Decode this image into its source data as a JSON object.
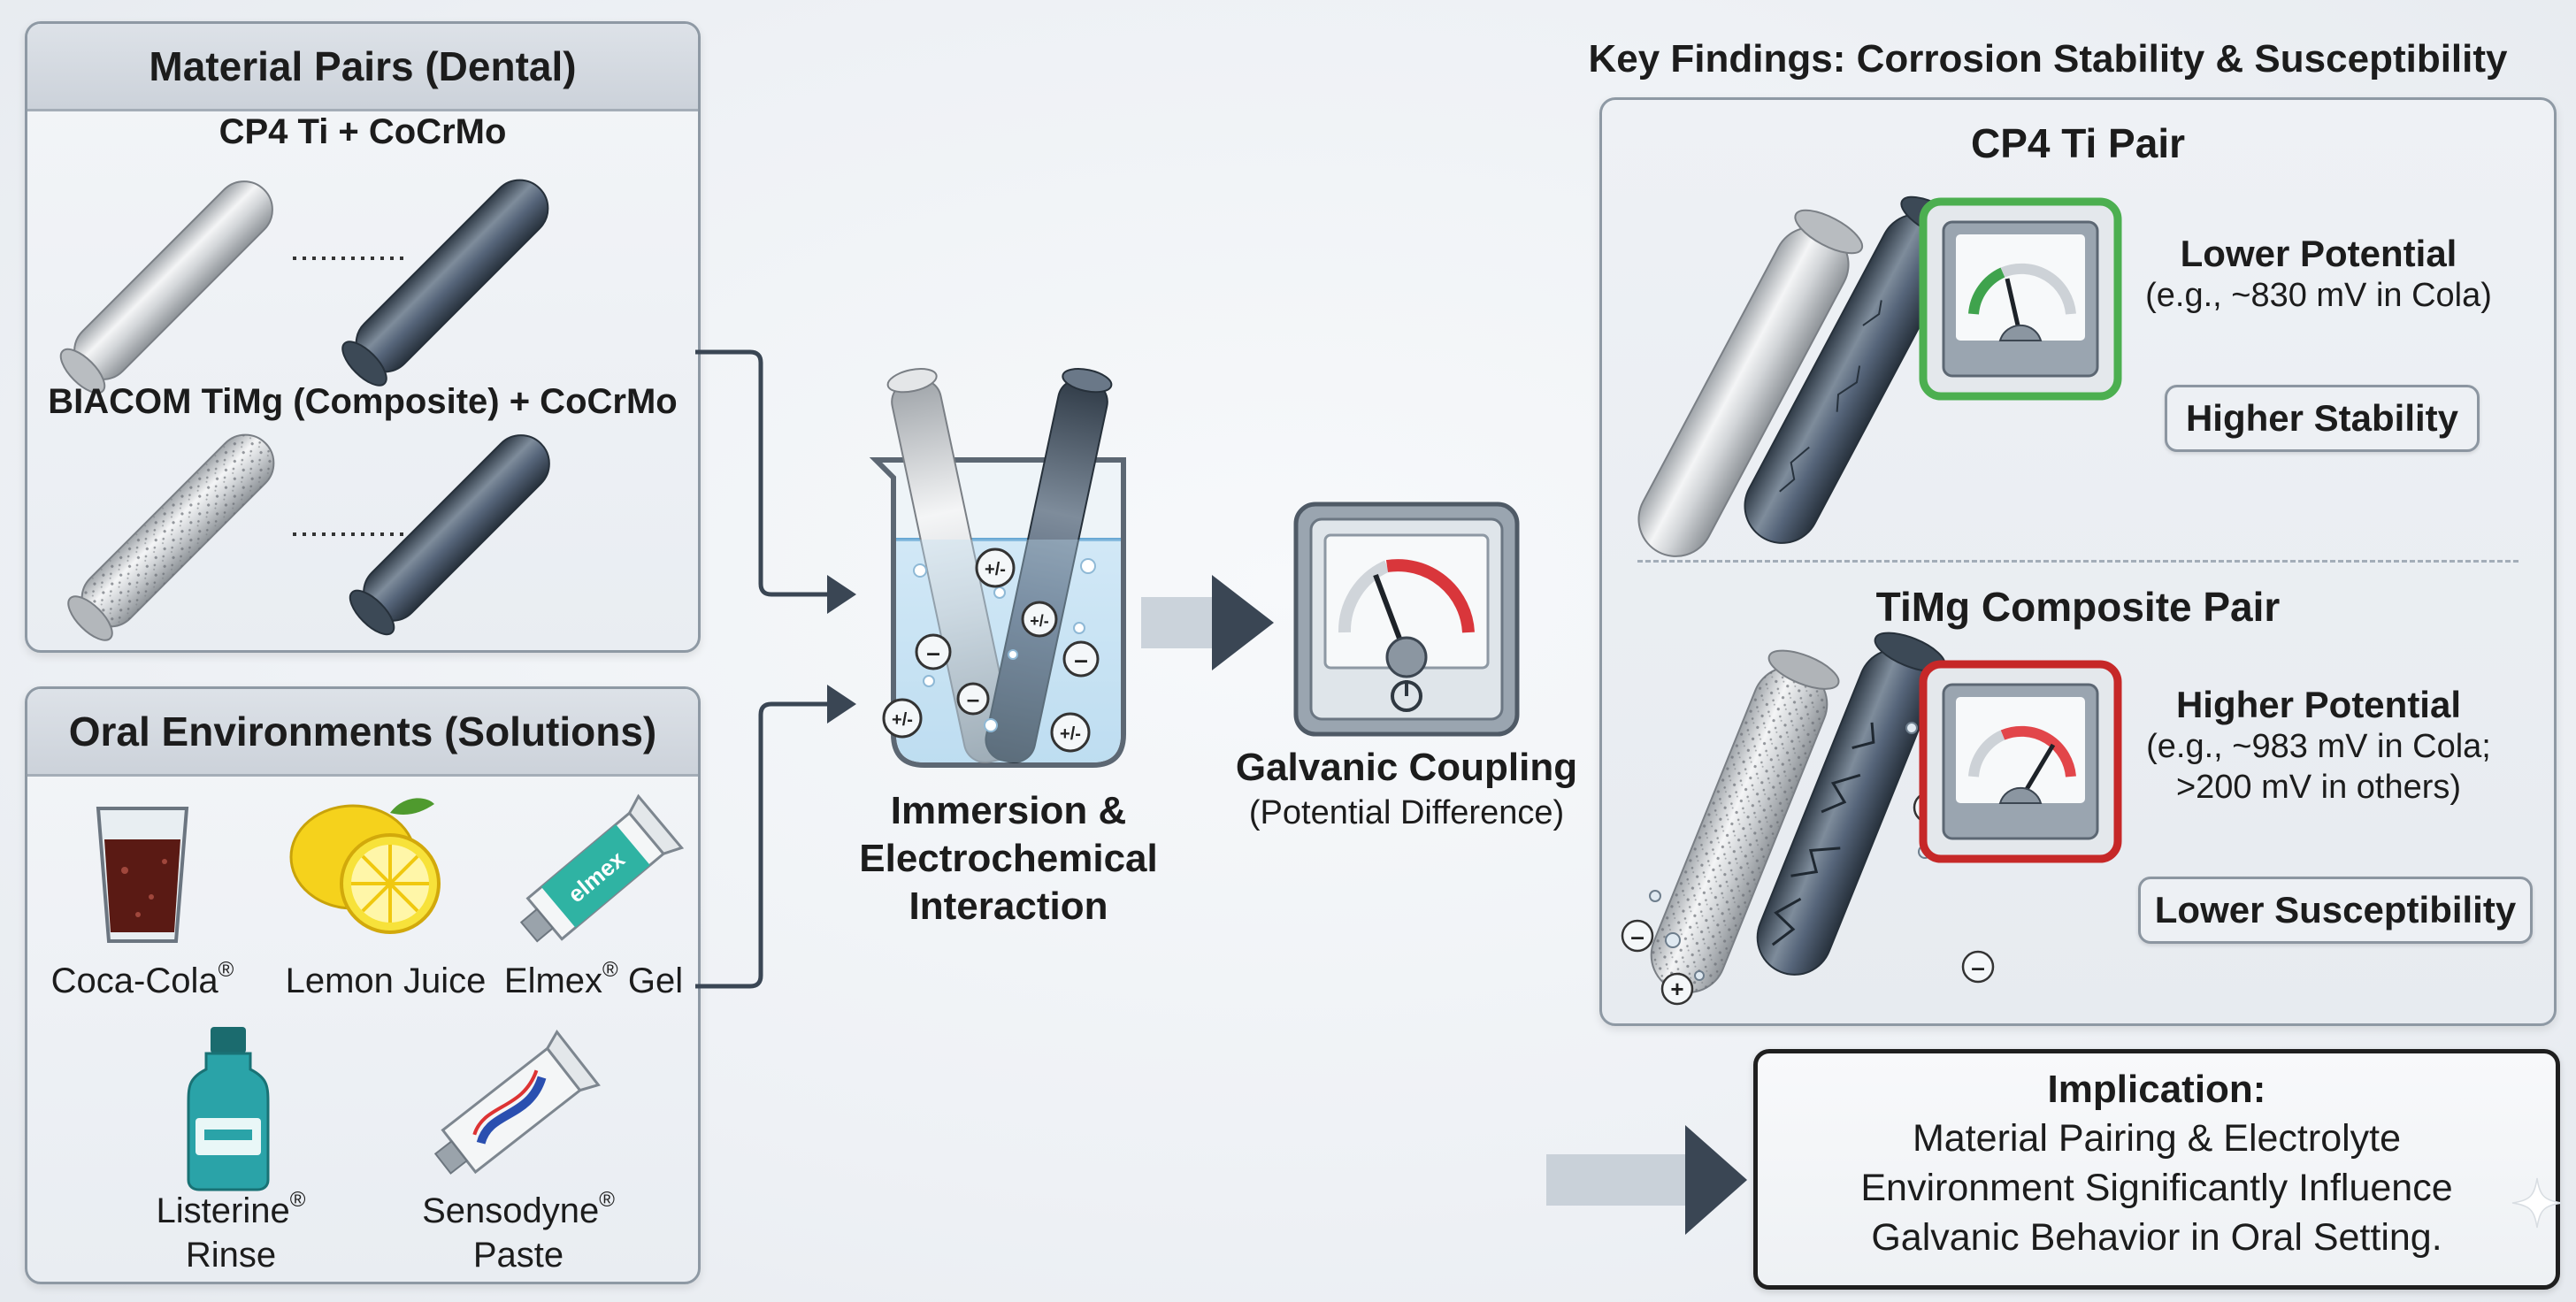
{
  "material_pairs": {
    "header": "Material Pairs (Dental)",
    "pair1_label": "CP4 Ti + CoCrMo",
    "pair2_label": "BIACOM TiMg (Composite) + CoCrMo"
  },
  "oral_env": {
    "header": "Oral Environments (Solutions)",
    "items": [
      {
        "name": "Coca-Cola",
        "mark": "®",
        "line2": ""
      },
      {
        "name": "Lemon Juice",
        "mark": "",
        "line2": ""
      },
      {
        "name": "Elmex",
        "mark": "®",
        "line2": "Gel"
      },
      {
        "name": "Listerine",
        "mark": "®",
        "line2": "Rinse"
      },
      {
        "name": "Sensodyne",
        "mark": "®",
        "line2": "Paste"
      }
    ],
    "tube_brand": "elmex"
  },
  "beaker": {
    "line1": "Immersion &",
    "line2": "Electrochemical",
    "line3": "Interaction",
    "ions": [
      "+/-",
      "–",
      "+/-",
      "–",
      "+/-",
      "+/-",
      "–"
    ]
  },
  "meter": {
    "title": "Galvanic Coupling",
    "subtitle": "(Potential Difference)"
  },
  "findings": {
    "title": "Key Findings: Corrosion Stability & Susceptibility",
    "cp4": {
      "header": "CP4 Ti Pair",
      "potential_title": "Lower Potential",
      "potential_detail": "(e.g., ~830 mV in Cola)",
      "badge": "Higher Stability"
    },
    "timg": {
      "header": "TiMg Composite Pair",
      "potential_title": "Higher Potential",
      "potential_detail1": "(e.g., ~983 mV in Cola;",
      "potential_detail2": ">200 mV in others)",
      "badge": "Lower Susceptibility"
    }
  },
  "implication": {
    "title": "Implication:",
    "line1": "Material Pairing & Electrolyte",
    "line2": "Environment Significantly Influence",
    "line3": "Galvanic Behavior in Oral Setting."
  },
  "colors": {
    "ti_rod": "#cfd2d5",
    "cocrmo_rod": "#4d5b6b",
    "arrow": "#3a4654",
    "good_frame": "#4caf50",
    "bad_frame": "#c62828",
    "needle_red": "#e2464a"
  }
}
